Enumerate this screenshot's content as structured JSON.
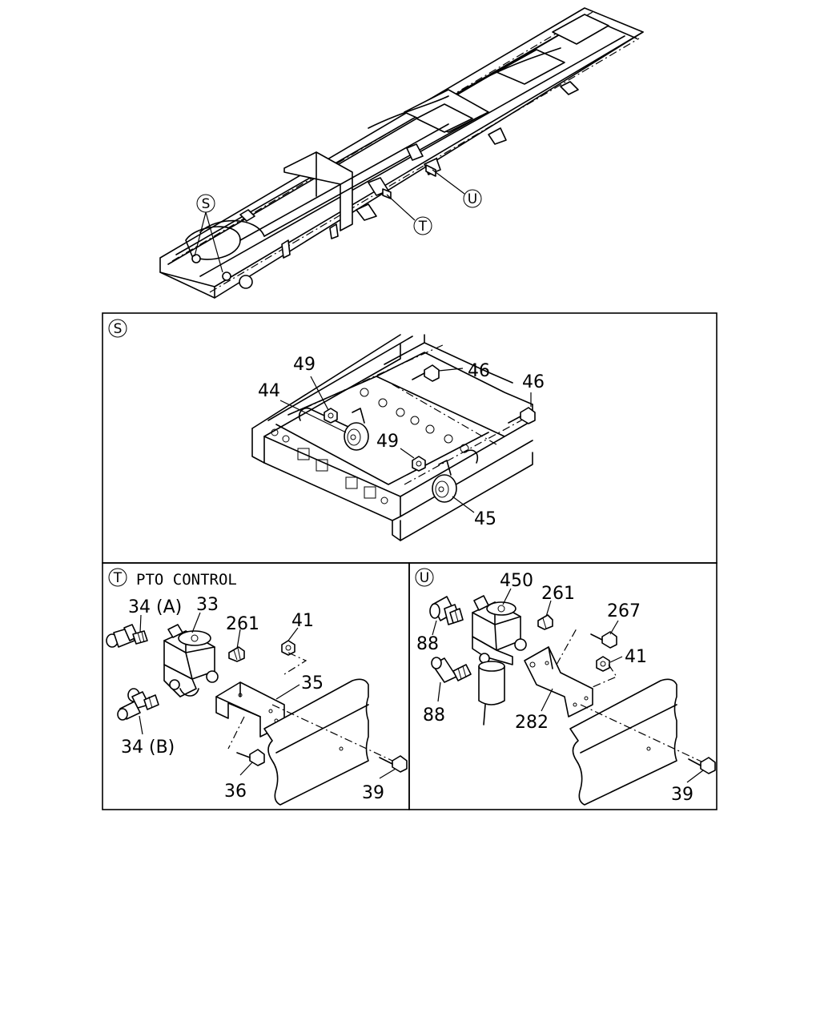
{
  "overview": {
    "callouts": [
      {
        "id": "S",
        "label": "S"
      },
      {
        "id": "T",
        "label": "T"
      },
      {
        "id": "U",
        "label": "U"
      }
    ]
  },
  "panel_s": {
    "letter": "S",
    "part_labels": [
      "49",
      "44",
      "46",
      "46",
      "49",
      "45"
    ]
  },
  "panel_t": {
    "letter": "T",
    "title": "PTO CONTROL",
    "part_labels": [
      "34 (A)",
      "33",
      "261",
      "41",
      "35",
      "34 (B)",
      "36",
      "39"
    ]
  },
  "panel_u": {
    "letter": "U",
    "part_labels": [
      "450",
      "261",
      "267",
      "88",
      "41",
      "88",
      "282",
      "39"
    ]
  }
}
